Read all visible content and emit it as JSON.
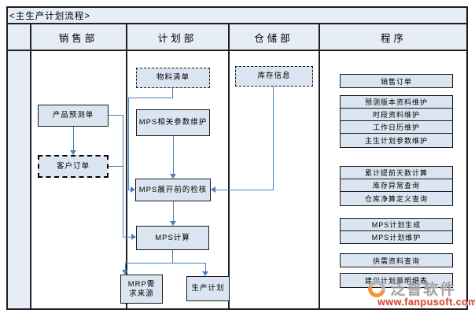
{
  "title": "<主生产计划流程>",
  "columns": [
    "销售部",
    "计划部",
    "仓储部",
    "程序"
  ],
  "flow": {
    "bom": "物料清单",
    "forecast": "产品预测单",
    "customer_order": "客户订单",
    "inventory": "库存信息",
    "mps_params": "MPS相关参数维护",
    "mps_precheck": "MPS展开前的检核",
    "mps_calc": "MPS计算",
    "mrp_source": "MRP需求来源",
    "prod_plan": "生产计划"
  },
  "programs": [
    "销售订单",
    "预测版本资料维护",
    "时段资料维护",
    "工作日历维护",
    "主生计划参数维护",
    "累计提前天数计算",
    "库存异常查询",
    "仓库净算定义查询",
    "MPS计划生成",
    "MPS计划维护",
    "供需资料查询",
    "建议计划量明细表"
  ],
  "watermark": {
    "brand": "泛普软件",
    "url": "www.fanpusoft.com"
  },
  "colors": {
    "connector": "#4a7ebb",
    "box_fill": "#dbe5f1",
    "header_fill": "#e6edf7",
    "grid_border": "#1f1f1f",
    "watermark_orange": "#f08c1e",
    "watermark_red": "#d43a26"
  }
}
